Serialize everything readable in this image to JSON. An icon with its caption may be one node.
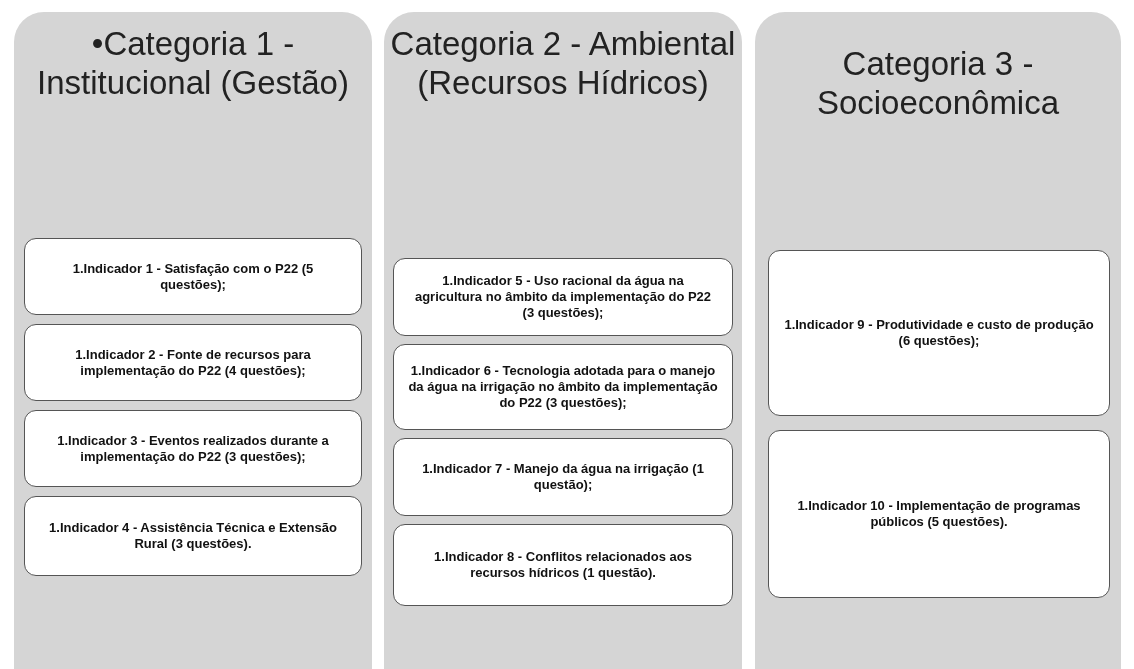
{
  "diagram": {
    "nodes": [
      {
        "text": [
          "•Categoria 1 - Institucional (Gestão)"
        ]
      },
      {
        "text": [
          "1.Indicador 1 - Satisfação com o P22 (5 questões);"
        ],
        "in": 0
      },
      {
        "text": [
          "1.Indicador 2 - Fonte de recursos para implementação do P22 (4 questões);"
        ],
        "in": 0
      },
      {
        "text": [
          "1.Indicador 3 - Eventos realizados durante a implementação do P22 (3 questões);"
        ],
        "in": 0
      },
      {
        "text": [
          "1.Indicador 4 - Assistência Técnica e Extensão Rural (3 questões)."
        ],
        "in": 0
      },
      {
        "text": [
          "Categoria 2 - Ambiental (Recursos Hídricos)"
        ]
      },
      {
        "text": [
          "1.Indicador 5 - Uso racional da água na agricultura no âmbito da implementação do P22 (3 questões);"
        ],
        "in": 5
      },
      {
        "text": [
          "1.Indicador 6 - Tecnologia adotada para o manejo da água na irrigação no âmbito da implementação do P22 (3 questões);"
        ],
        "in": 5
      },
      {
        "text": [
          "1.Indicador 7 - Manejo da água na irrigação (1 questão);"
        ],
        "in": 5
      },
      {
        "text": [
          "1.Indicador 8 - Conflitos relacionados aos recursos hídricos (1 questão)."
        ],
        "in": 5
      },
      {
        "text": [
          "Categoria 3 - Socioeconômica"
        ]
      },
      {
        "text": [
          "1.Indicador 9 - Produtividade e custo de produção (6 questões);"
        ],
        "in": 10
      },
      {
        "text": [
          "1.Indicador 10 - Implementação de programas públicos (5 questões)."
        ],
        "in": 10
      }
    ]
  }
}
